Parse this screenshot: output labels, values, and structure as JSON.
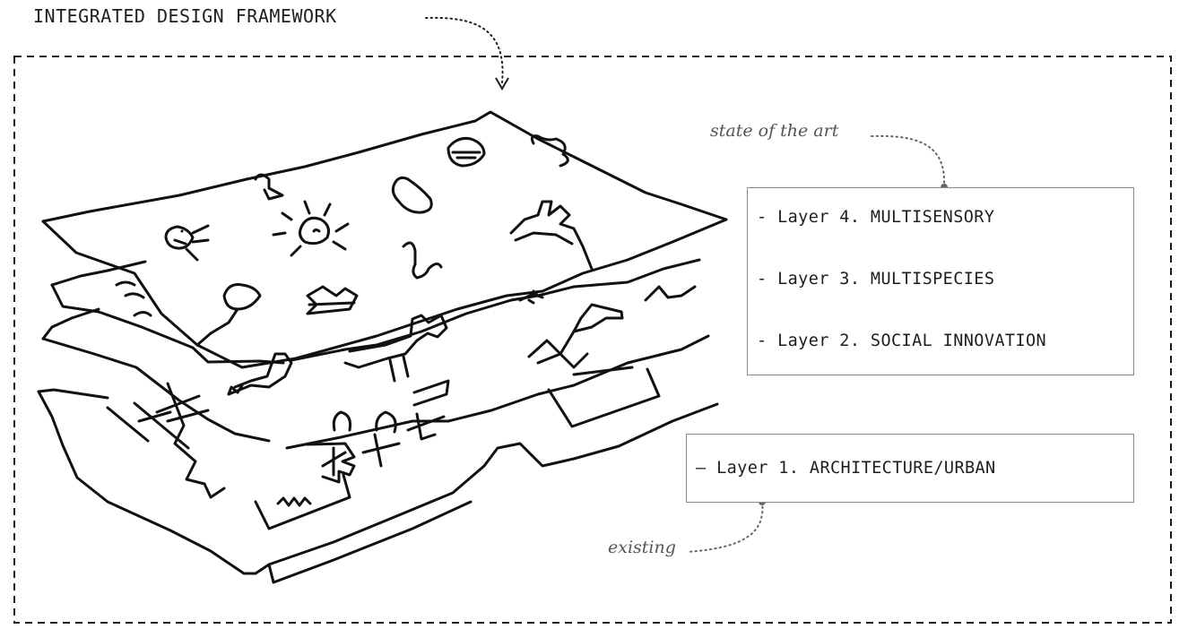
{
  "title": "INTEGRATED DESIGN FRAMEWORK",
  "annotations": {
    "state_of_the_art": "state of the art",
    "existing": "existing"
  },
  "upper_box": {
    "layers": [
      "- Layer 4. MULTISENSORY",
      "- Layer 3. MULTISPECIES",
      "- Layer 2. SOCIAL INNOVATION"
    ]
  },
  "lower_box": {
    "layers": [
      "– Layer 1. ARCHITECTURE/URBAN"
    ]
  },
  "colors": {
    "ink": "#1e1e1e",
    "box_border": "#8a8a8a",
    "annotation": "#555555"
  }
}
